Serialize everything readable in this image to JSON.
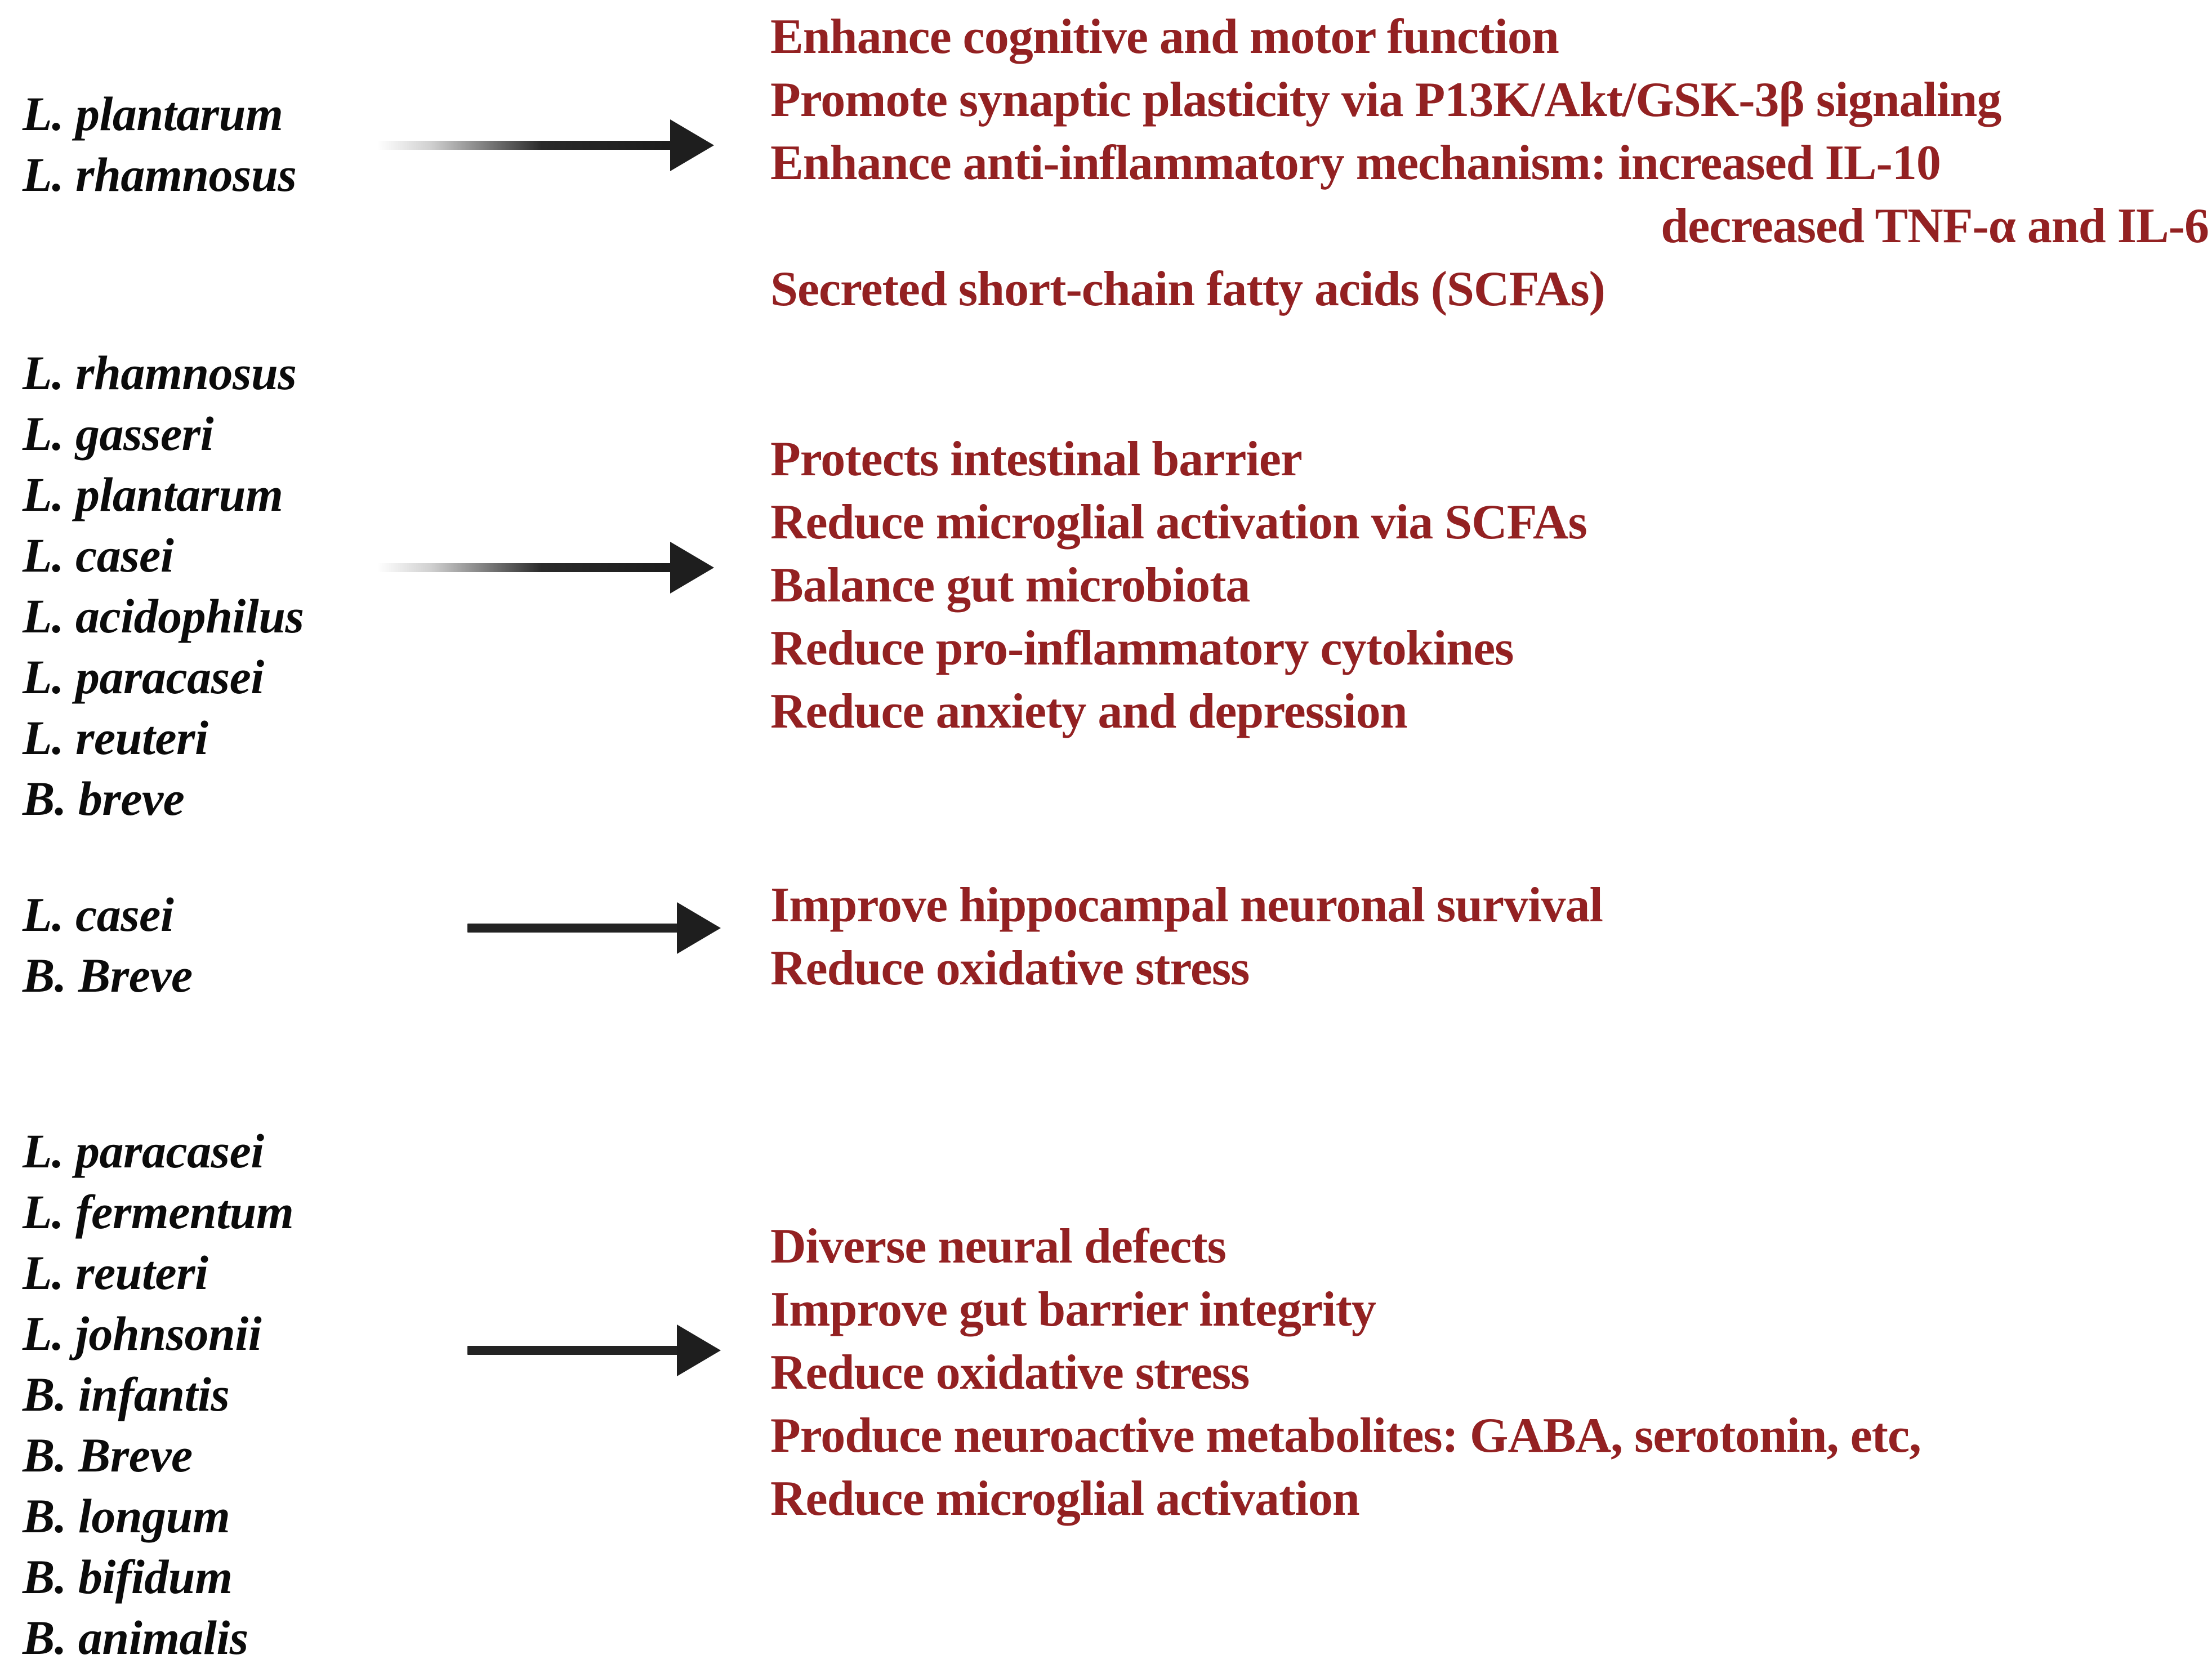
{
  "palette": {
    "effect_text": "#932122",
    "species_text": "#0b0b0b",
    "arrow": "#1e1e1e",
    "background": "#ffffff"
  },
  "blocks": [
    {
      "id": "block-1",
      "species": [
        "L. plantarum",
        "L. rhamnosus"
      ],
      "arrow": {
        "style": "gradient-fade",
        "name": "arrow-block-1"
      },
      "effects": [
        "Enhance cognitive and motor function",
        "Promote synaptic plasticity via P13K/Akt/GSK-3β signaling",
        "Enhance anti-inflammatory mechanism: increased IL-10",
        "decreased TNF-α and IL-6",
        "Secreted short-chain fatty acids (SCFAs)"
      ]
    },
    {
      "id": "block-2",
      "species": [
        "L. rhamnosus",
        "L. gasseri",
        "L. plantarum",
        "L. casei",
        "L. acidophilus",
        "L. paracasei",
        "L. reuteri",
        "B. breve"
      ],
      "arrow": {
        "style": "gradient-fade",
        "name": "arrow-block-2"
      },
      "effects": [
        "Protects intestinal barrier",
        "Reduce microglial activation via SCFAs",
        "Balance gut microbiota",
        "Reduce pro-inflammatory cytokines",
        "Reduce anxiety and depression"
      ]
    },
    {
      "id": "block-3",
      "species": [
        "L. casei",
        "B. Breve"
      ],
      "arrow": {
        "style": "solid",
        "name": "arrow-block-3"
      },
      "effects": [
        "Improve hippocampal neuronal survival",
        "Reduce oxidative stress"
      ]
    },
    {
      "id": "block-4",
      "species": [
        "L. paracasei",
        "L. fermentum",
        "L. reuteri",
        "L. johnsonii",
        "B. infantis",
        "B. Breve",
        "B. longum",
        "B. bifidum",
        "B. animalis"
      ],
      "arrow": {
        "style": "solid",
        "name": "arrow-block-4"
      },
      "effects": [
        "Diverse neural defects",
        "Improve gut barrier integrity",
        "Reduce oxidative stress",
        "Produce neuroactive metabolites: GABA, serotonin, etc,",
        "Reduce microglial activation"
      ]
    }
  ]
}
